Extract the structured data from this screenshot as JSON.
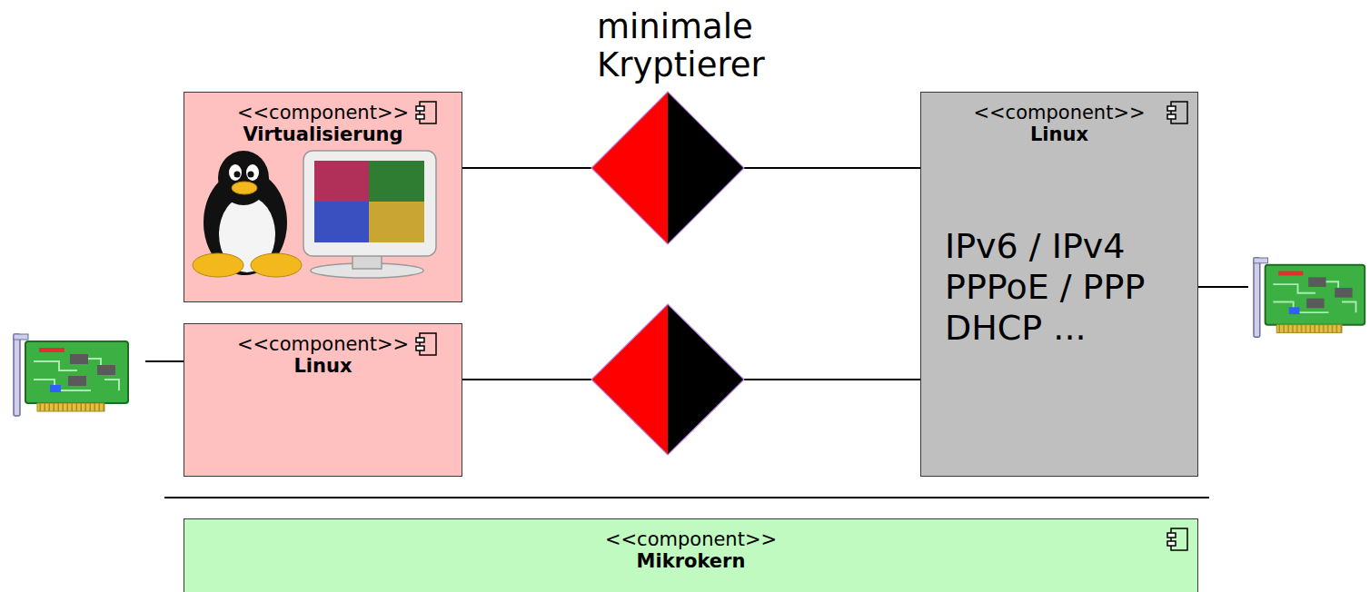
{
  "diagram": {
    "nodes": [
      {
        "text": [
          "<<component>>",
          "Virtualisierung"
        ]
      },
      {
        "text": [
          "minimale Kryptierer"
        ]
      },
      {
        "text": [
          "<<component>>",
          "Linux",
          "IPv6 / IPv4 PPPoE / PPP DHCP ..."
        ]
      },
      {
        "text": [
          "<<component>>",
          "Linux"
        ]
      },
      {
        "text": []
      },
      {
        "text": [
          "<<component>>",
          "Mikrokern"
        ]
      }
    ],
    "edges": [
      {
        "from": 0,
        "to": 1,
        "arrow": "none"
      },
      {
        "from": 1,
        "to": 2,
        "arrow": "none"
      },
      {
        "from": 3,
        "to": 4,
        "arrow": "none"
      },
      {
        "from": 4,
        "to": 2,
        "arrow": "none"
      }
    ]
  }
}
